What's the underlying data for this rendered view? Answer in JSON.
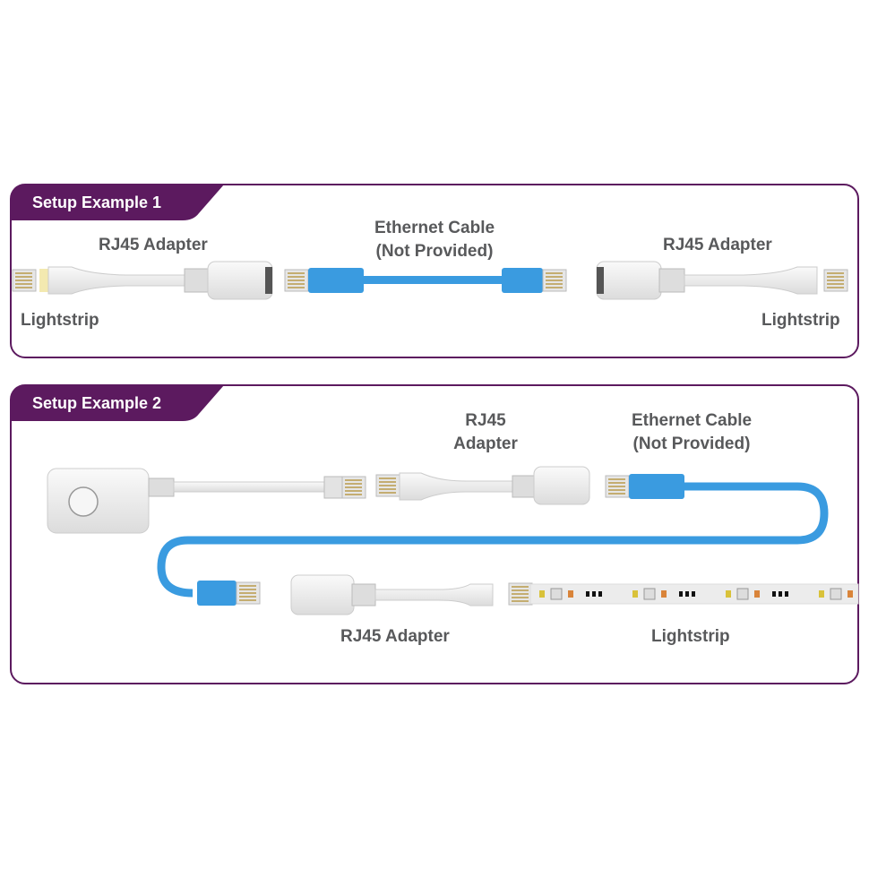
{
  "colors": {
    "frame": "#5c1a5f",
    "cable": "#3a9be0",
    "text": "#58595b"
  },
  "example1": {
    "title": "Setup Example 1",
    "adapter_left": "RJ45 Adapter",
    "cable_line1": "Ethernet Cable",
    "cable_line2": "(Not Provided)",
    "adapter_right": "RJ45 Adapter",
    "lightstrip_left": "Lightstrip",
    "lightstrip_right": "Lightstrip"
  },
  "example2": {
    "title": "Setup Example 2",
    "adapter_top_line1": "RJ45",
    "adapter_top_line2": "Adapter",
    "cable_line1": "Ethernet Cable",
    "cable_line2": "(Not Provided)",
    "adapter_bottom": "RJ45 Adapter",
    "lightstrip": "Lightstrip"
  }
}
